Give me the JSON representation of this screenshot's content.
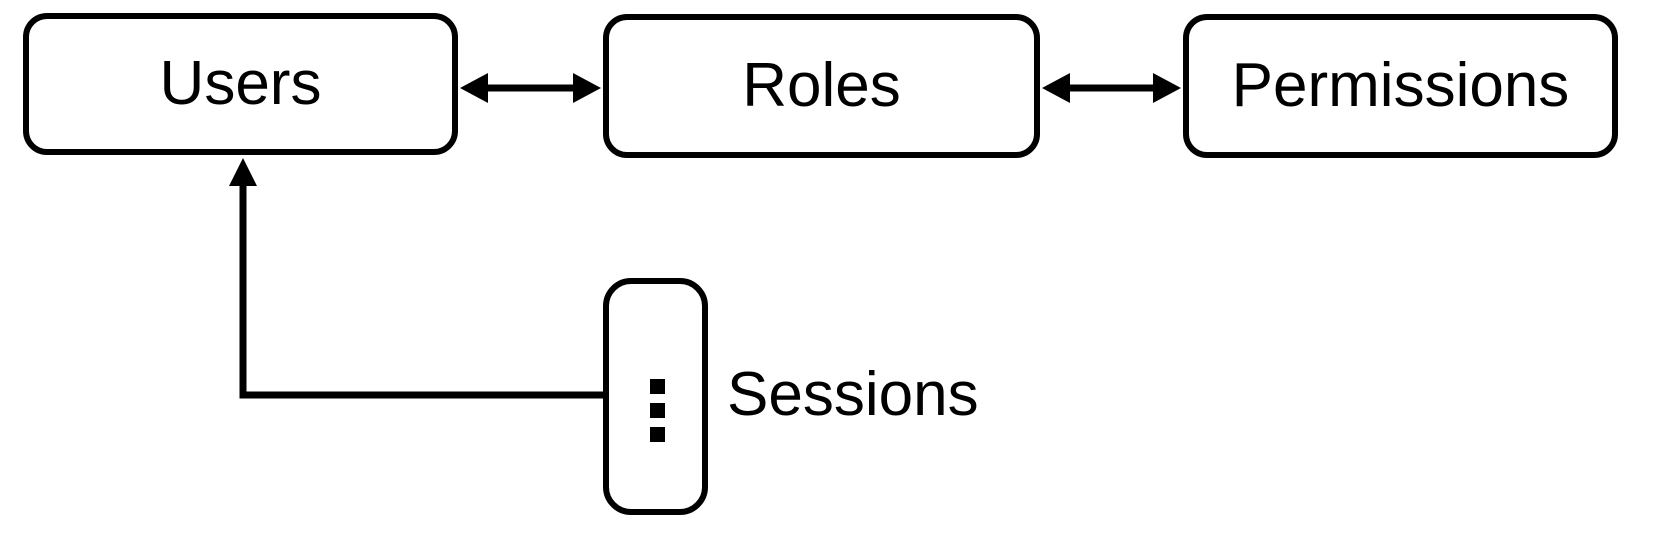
{
  "canvas": {
    "background_color": "#ffffff",
    "stroke_color": "#000000"
  },
  "nodes": {
    "users": {
      "label": "Users",
      "shape": "rounded-rectangle"
    },
    "roles": {
      "label": "Roles",
      "shape": "rounded-rectangle"
    },
    "permissions": {
      "label": "Permissions",
      "shape": "rounded-rectangle"
    },
    "sessions": {
      "label": "Sessions",
      "shape": "tall-rounded-rectangle",
      "icon": "vertical-ellipsis"
    }
  },
  "edges": [
    {
      "from": "users",
      "to": "roles",
      "style": "double-headed-arrow",
      "shape": "straight"
    },
    {
      "from": "roles",
      "to": "permissions",
      "style": "double-headed-arrow",
      "shape": "straight"
    },
    {
      "from": "sessions",
      "to": "users",
      "style": "single-headed-arrow",
      "shape": "elbow"
    }
  ]
}
